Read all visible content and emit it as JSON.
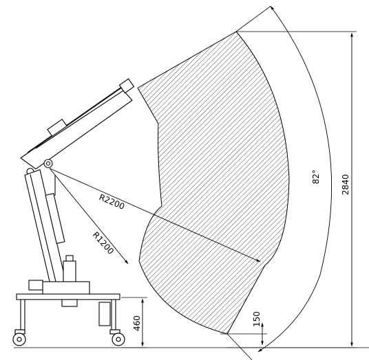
{
  "dimensions": {
    "radius_outer": "R2200",
    "radius_inner": "R1200",
    "angle": "82°",
    "total_height": "2840",
    "base_height": "460",
    "ground_clearance": "150"
  },
  "colors": {
    "line": "#000000",
    "background": "#ffffff",
    "hatch": "#000000"
  }
}
